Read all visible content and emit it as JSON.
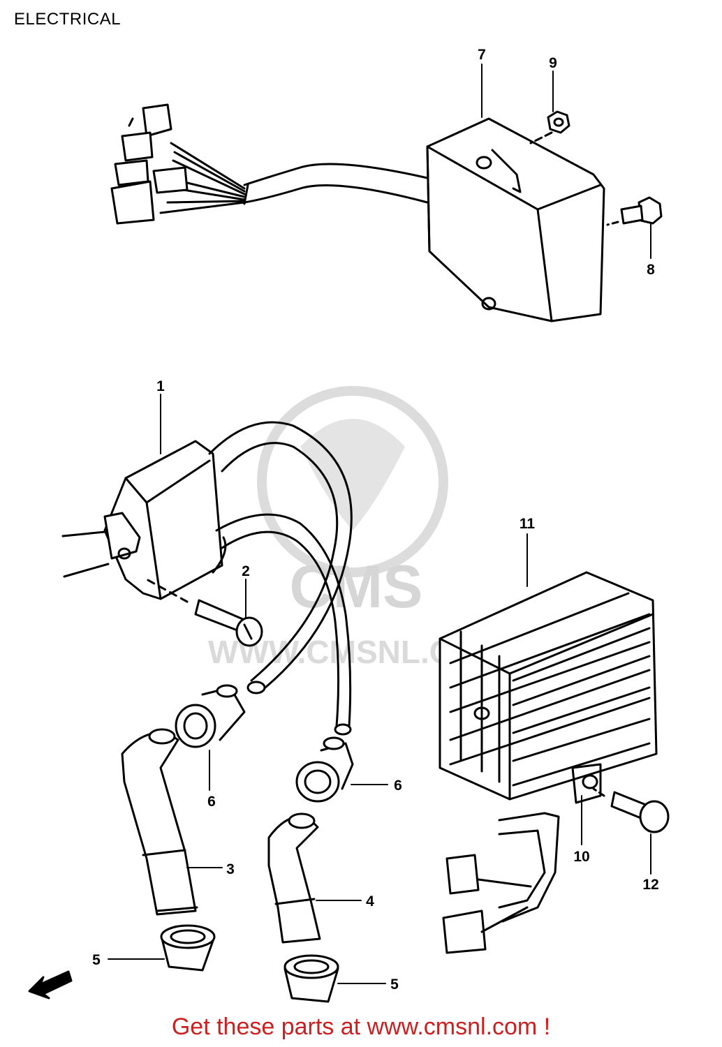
{
  "page": {
    "title": "ELECTRICAL"
  },
  "callouts": {
    "c1": "1",
    "c2": "2",
    "c3": "3",
    "c4": "4",
    "c5a": "5",
    "c5b": "5",
    "c6a": "6",
    "c6b": "6",
    "c7": "7",
    "c8": "8",
    "c9": "9",
    "c10": "10",
    "c11": "11",
    "c12": "12"
  },
  "watermark": {
    "logo_text": "CMS",
    "url_text": "WWW.CMSNL.COM"
  },
  "footer": {
    "text": "Get these parts at www.cmsnl.com !"
  },
  "colors": {
    "footer_text": "#cc1f1f",
    "line": "#000000",
    "watermark": "#d9d9d9"
  }
}
